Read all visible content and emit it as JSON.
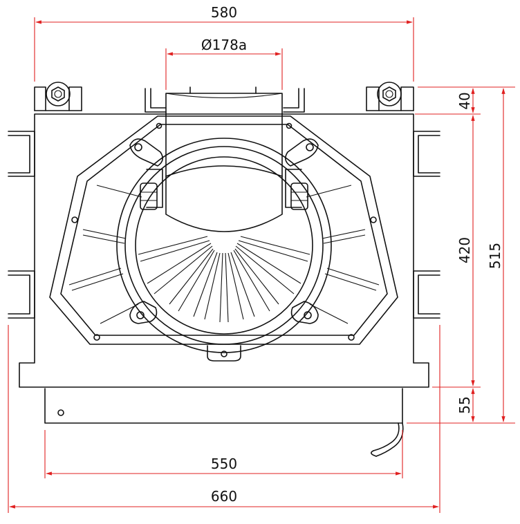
{
  "dimensions": {
    "top_width": "580",
    "inlet_diameter": "Ø178a",
    "right_top": "40",
    "right_mid": "420",
    "right_total": "515",
    "right_bottom": "55",
    "bottom_inner": "550",
    "bottom_total": "660"
  },
  "colors": {
    "outline": "#111111",
    "dimension_line": "#e02020"
  }
}
